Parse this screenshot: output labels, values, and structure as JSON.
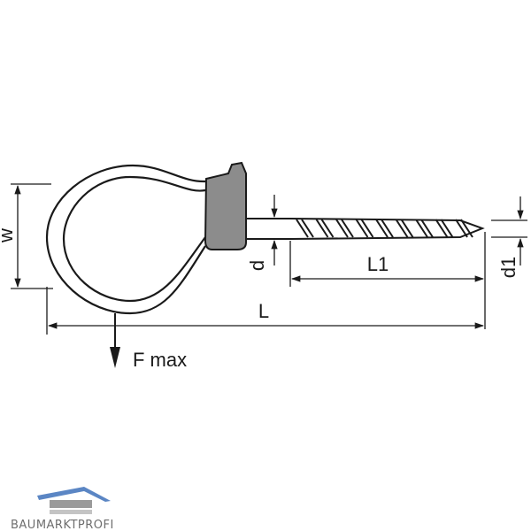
{
  "labels": {
    "w": "w",
    "d": "d",
    "L1": "L1",
    "d1": "d1",
    "L": "L",
    "force": "F max"
  },
  "brand": {
    "name": "BAUMARKTPROFI"
  },
  "colors": {
    "line": "#1a1a1a",
    "collar": "#8c8c8c",
    "logo_blue": "#5b86c4",
    "logo_gray": "#9a9a9a"
  }
}
